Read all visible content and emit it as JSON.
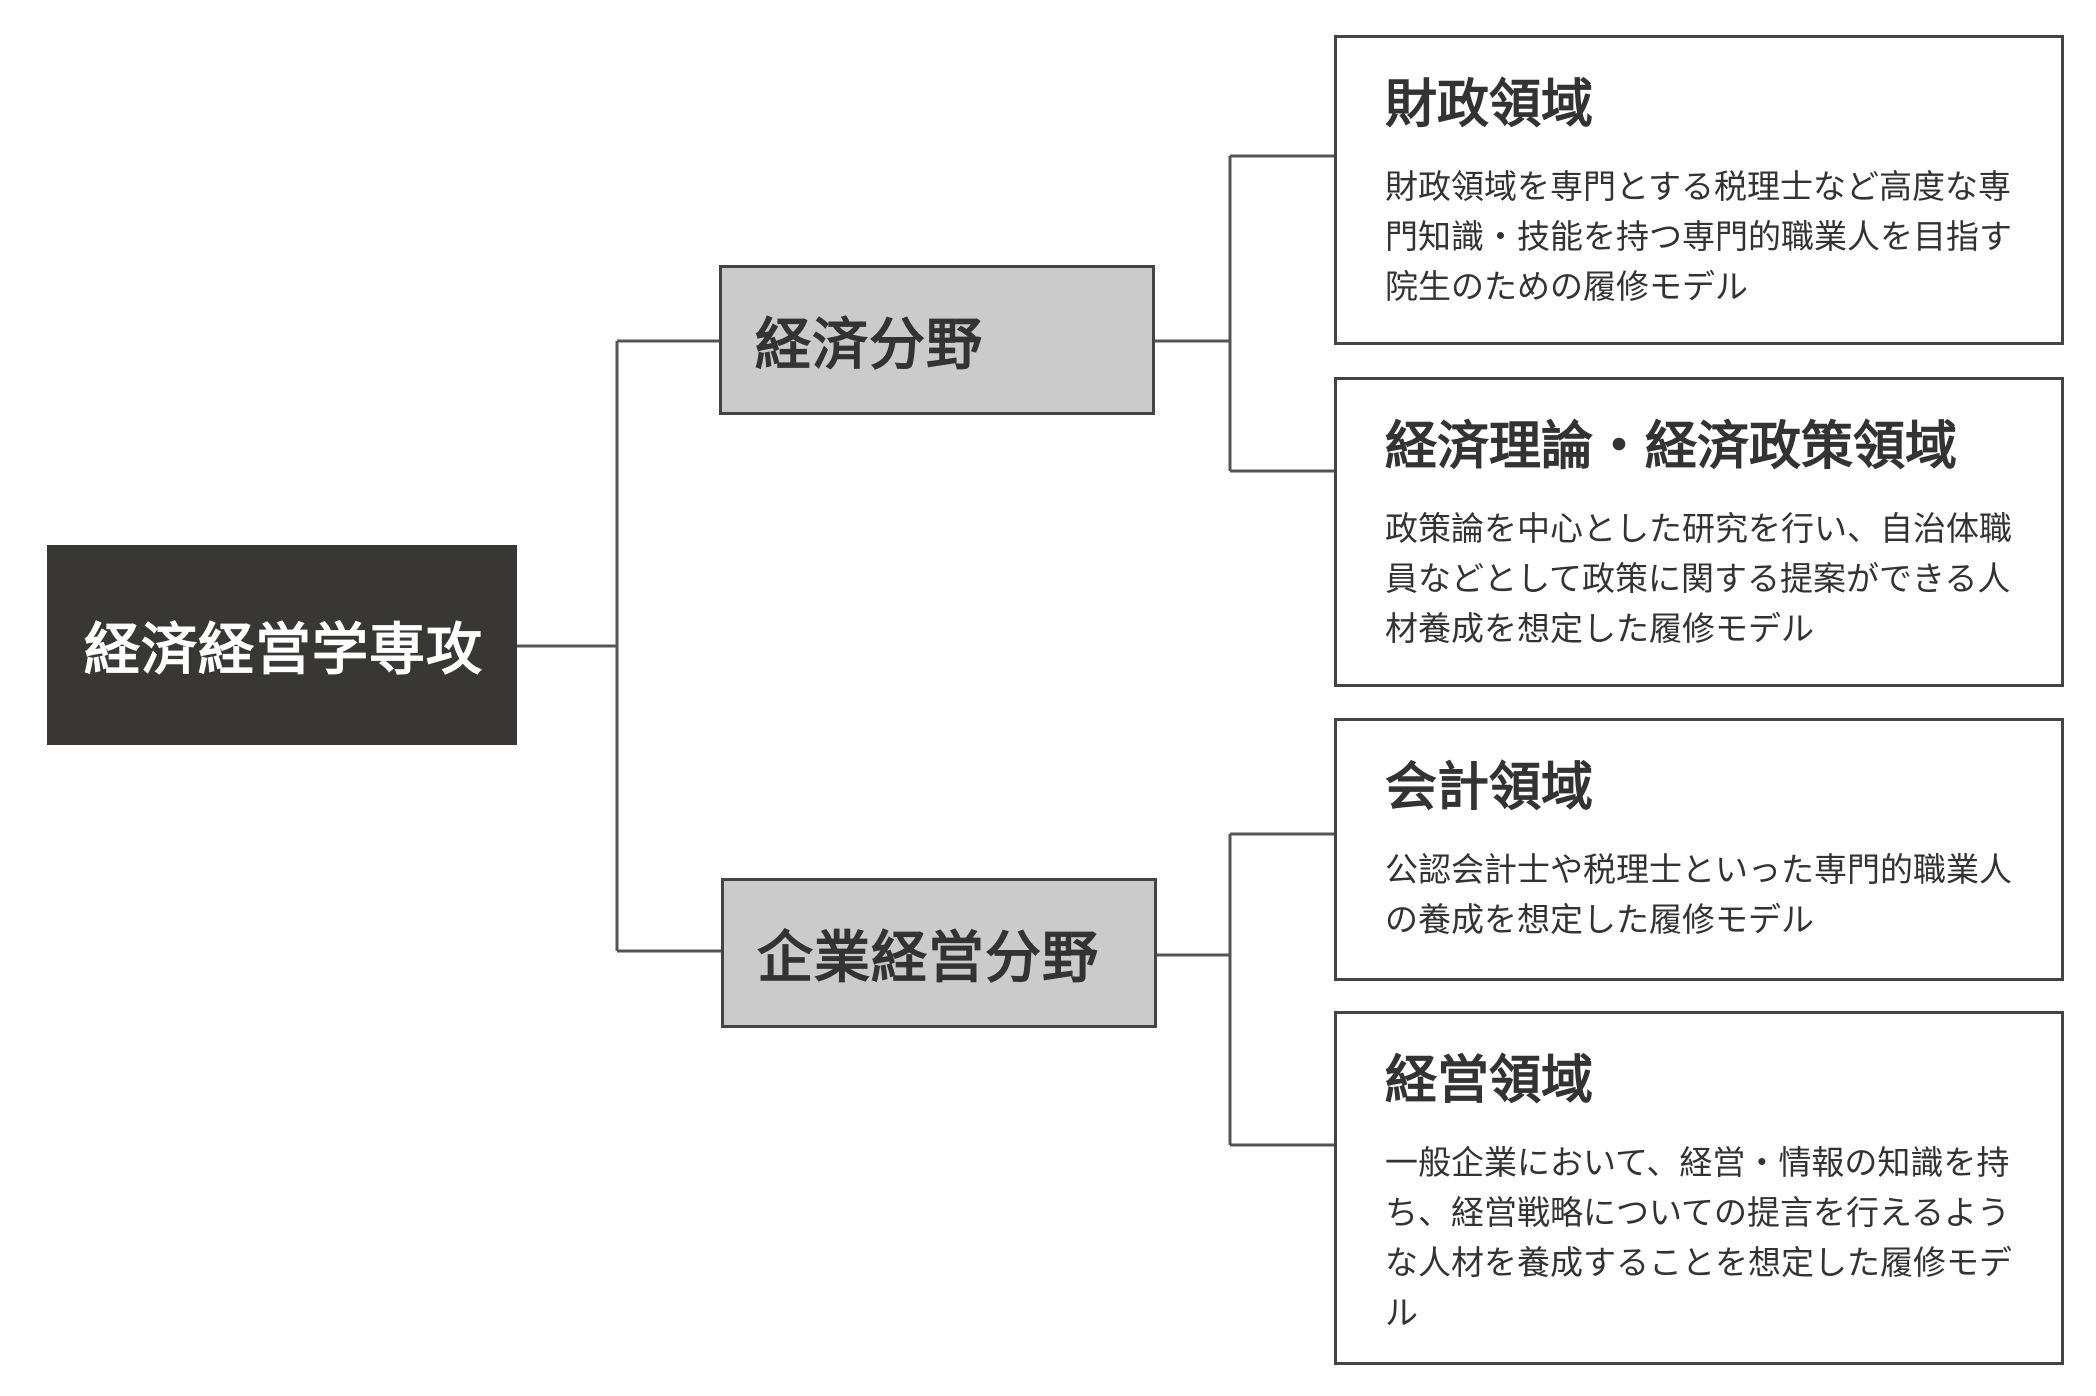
{
  "root": {
    "label": "経済経営学専攻"
  },
  "categories": [
    {
      "label": "経済分野"
    },
    {
      "label": "企業経営分野"
    }
  ],
  "domains": [
    {
      "title": "財政領域",
      "description": "財政領域を専門とする税理士など高度な専門知識・技能を持つ専門的職業人を目指す院生のための履修モデル"
    },
    {
      "title": "経済理論・経済政策領域",
      "description": "政策論を中心とした研究を行い、自治体職員などとして政策に関する提案ができる人材養成を想定した履修モデル"
    },
    {
      "title": "会計領域",
      "description": "公認会計士や税理士といった専門的職業人の養成を想定した履修モデル"
    },
    {
      "title": "経営領域",
      "description": "一般企業において、経営・情報の知識を持ち、経営戦略についての提言を行えるような人材を養成することを想定した履修モデル"
    }
  ],
  "colors": {
    "root_fill": "#383736",
    "category_fill": "#cbcbcb",
    "border": "#444444",
    "text": "#333333",
    "connector": "#555555"
  }
}
